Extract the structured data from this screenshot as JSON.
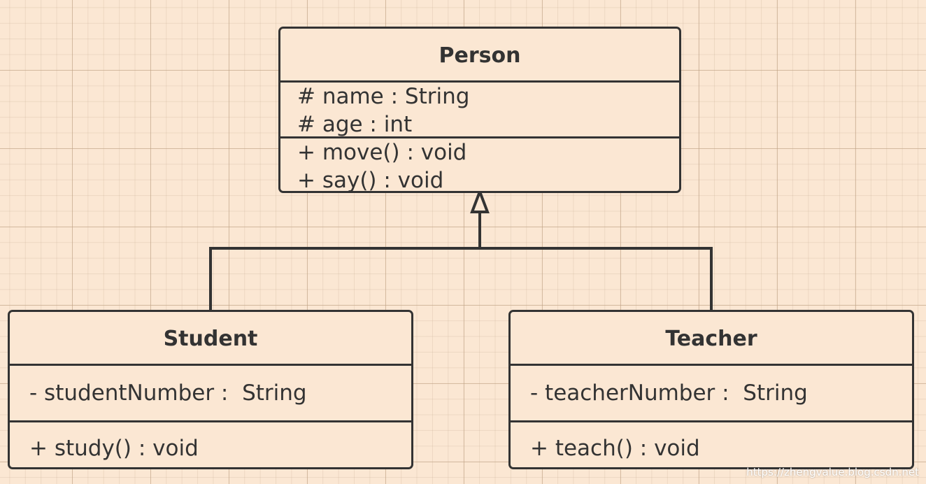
{
  "diagram": {
    "classes": {
      "person": {
        "name": "Person",
        "attributes": [
          "# name : String",
          "# age : int"
        ],
        "operations": [
          "+ move() : void",
          "+ say() : void"
        ]
      },
      "student": {
        "name": "Student",
        "attributes": [
          "- studentNumber :  String"
        ],
        "operations": [
          "+ study() : void"
        ]
      },
      "teacher": {
        "name": "Teacher",
        "attributes": [
          "- teacherNumber :  String"
        ],
        "operations": [
          "+ teach() : void"
        ]
      }
    },
    "relationships": [
      {
        "type": "generalization",
        "from": "Student",
        "to": "Person"
      },
      {
        "type": "generalization",
        "from": "Teacher",
        "to": "Person"
      }
    ]
  },
  "colors": {
    "background": "#fbe7d3",
    "stroke": "#333333"
  },
  "watermark": "https://zhengvalue.blog.csdn.net"
}
